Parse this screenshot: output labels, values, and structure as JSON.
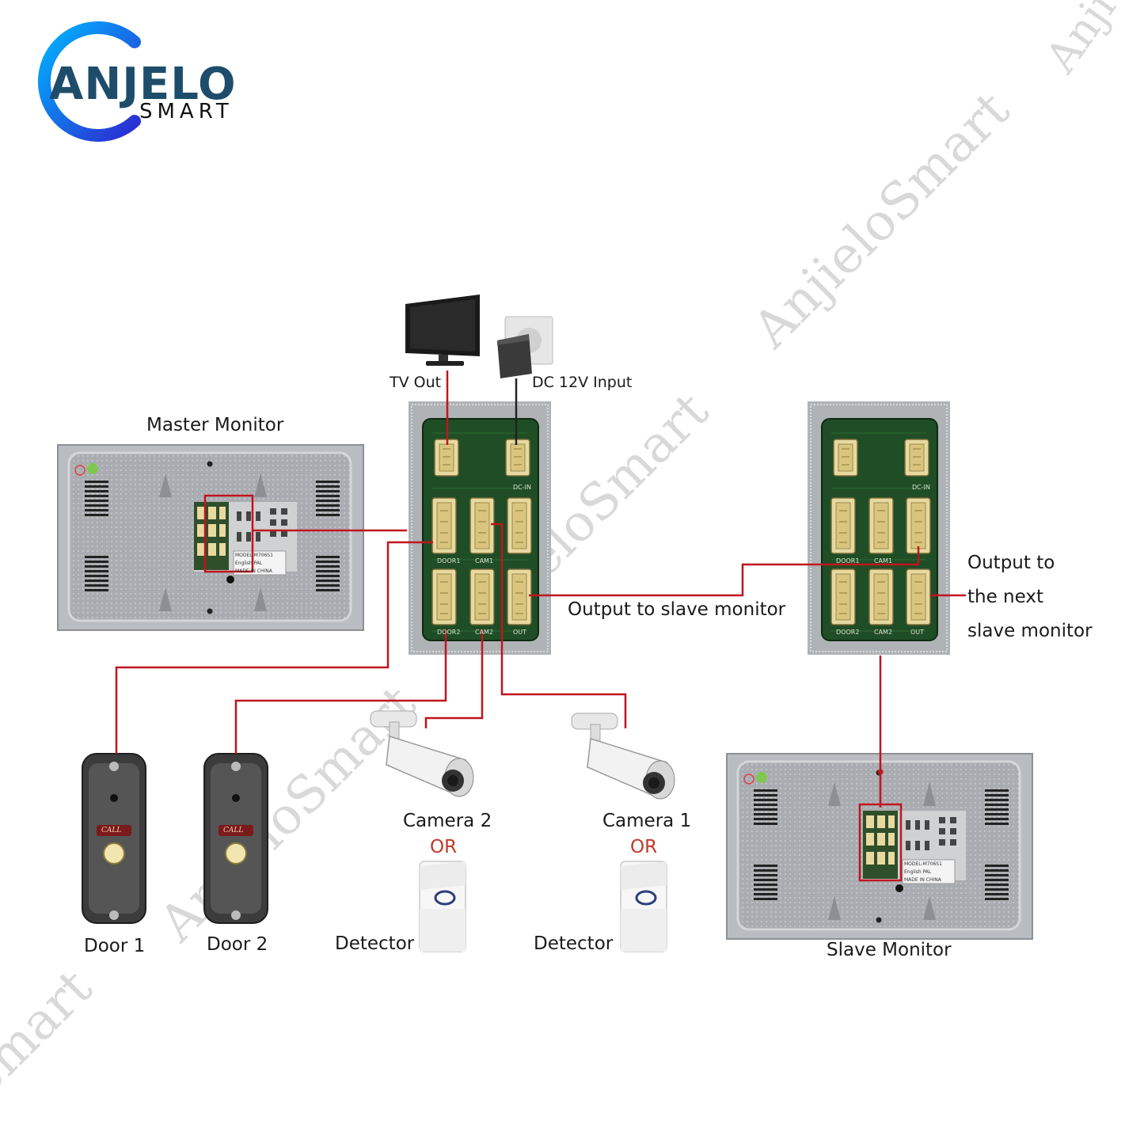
{
  "brand": {
    "name": "ANJELO",
    "sub": "SMART",
    "color_primary": "#1e4d6b",
    "color_ring_start": "#00b4ff",
    "color_ring_end": "#2b2bd1"
  },
  "watermark": {
    "text_a": "Anjielo",
    "text_b": "AnjieloSmart",
    "text_c": "Smart",
    "color": "#d9d9d9"
  },
  "labels": {
    "tv_out": "TV Out",
    "dc_input": "DC 12V Input",
    "master_monitor": "Master Monitor",
    "slave_monitor": "Slave Monitor",
    "output_slave": "Output to slave monitor",
    "output_next_1": "Output to",
    "output_next_2": "the next",
    "output_next_3": "slave monitor",
    "camera2": "Camera 2",
    "camera1": "Camera 1",
    "or": "OR",
    "detector": "Detector",
    "door1": "Door 1",
    "door2": "Door 2",
    "call": "CALL",
    "model_line1": "MODEL:M706S1",
    "model_line2": "English PAL",
    "model_line3": "MADE IN CHINA",
    "pcb_dc_in": "DC-IN",
    "pcb_door1": "DOOR1",
    "pcb_cam1": "CAM1",
    "pcb_door2": "DOOR2",
    "pcb_cam2": "CAM2",
    "pcb_out": "OUT"
  },
  "colors": {
    "wire": "#c0151f",
    "pcb": "#1f4d25",
    "connector": "#e8d9a0",
    "panel": "#b9bcc0"
  }
}
